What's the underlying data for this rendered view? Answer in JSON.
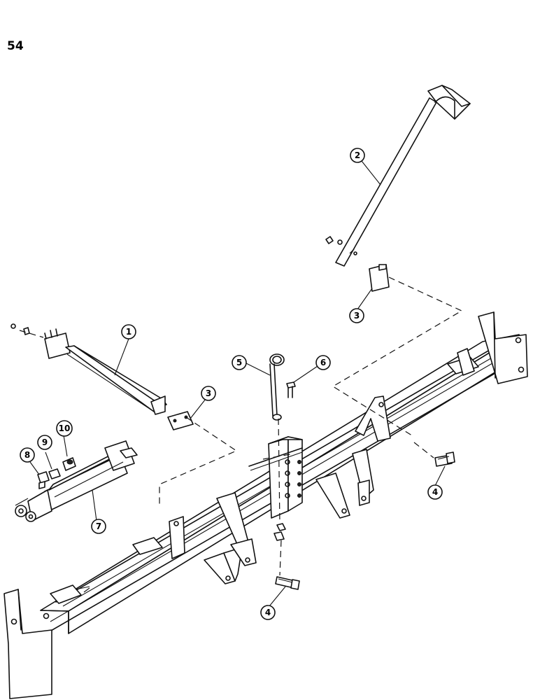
{
  "page": {
    "number": "54"
  },
  "callouts": [
    {
      "label": "1",
      "part": "cylinder-rod"
    },
    {
      "label": "2",
      "part": "upper-arm"
    },
    {
      "label": "3",
      "part": "clamp-plate-upper"
    },
    {
      "label": "3",
      "part": "clamp-plate-lower"
    },
    {
      "label": "4",
      "part": "bolt-right"
    },
    {
      "label": "4",
      "part": "bolt-lower"
    },
    {
      "label": "5",
      "part": "pin-loop"
    },
    {
      "label": "6",
      "part": "bolt-small"
    },
    {
      "label": "7",
      "part": "hydraulic-cylinder"
    },
    {
      "label": "8",
      "part": "elbow-fitting"
    },
    {
      "label": "9",
      "part": "coupler"
    },
    {
      "label": "10",
      "part": "cap"
    }
  ]
}
